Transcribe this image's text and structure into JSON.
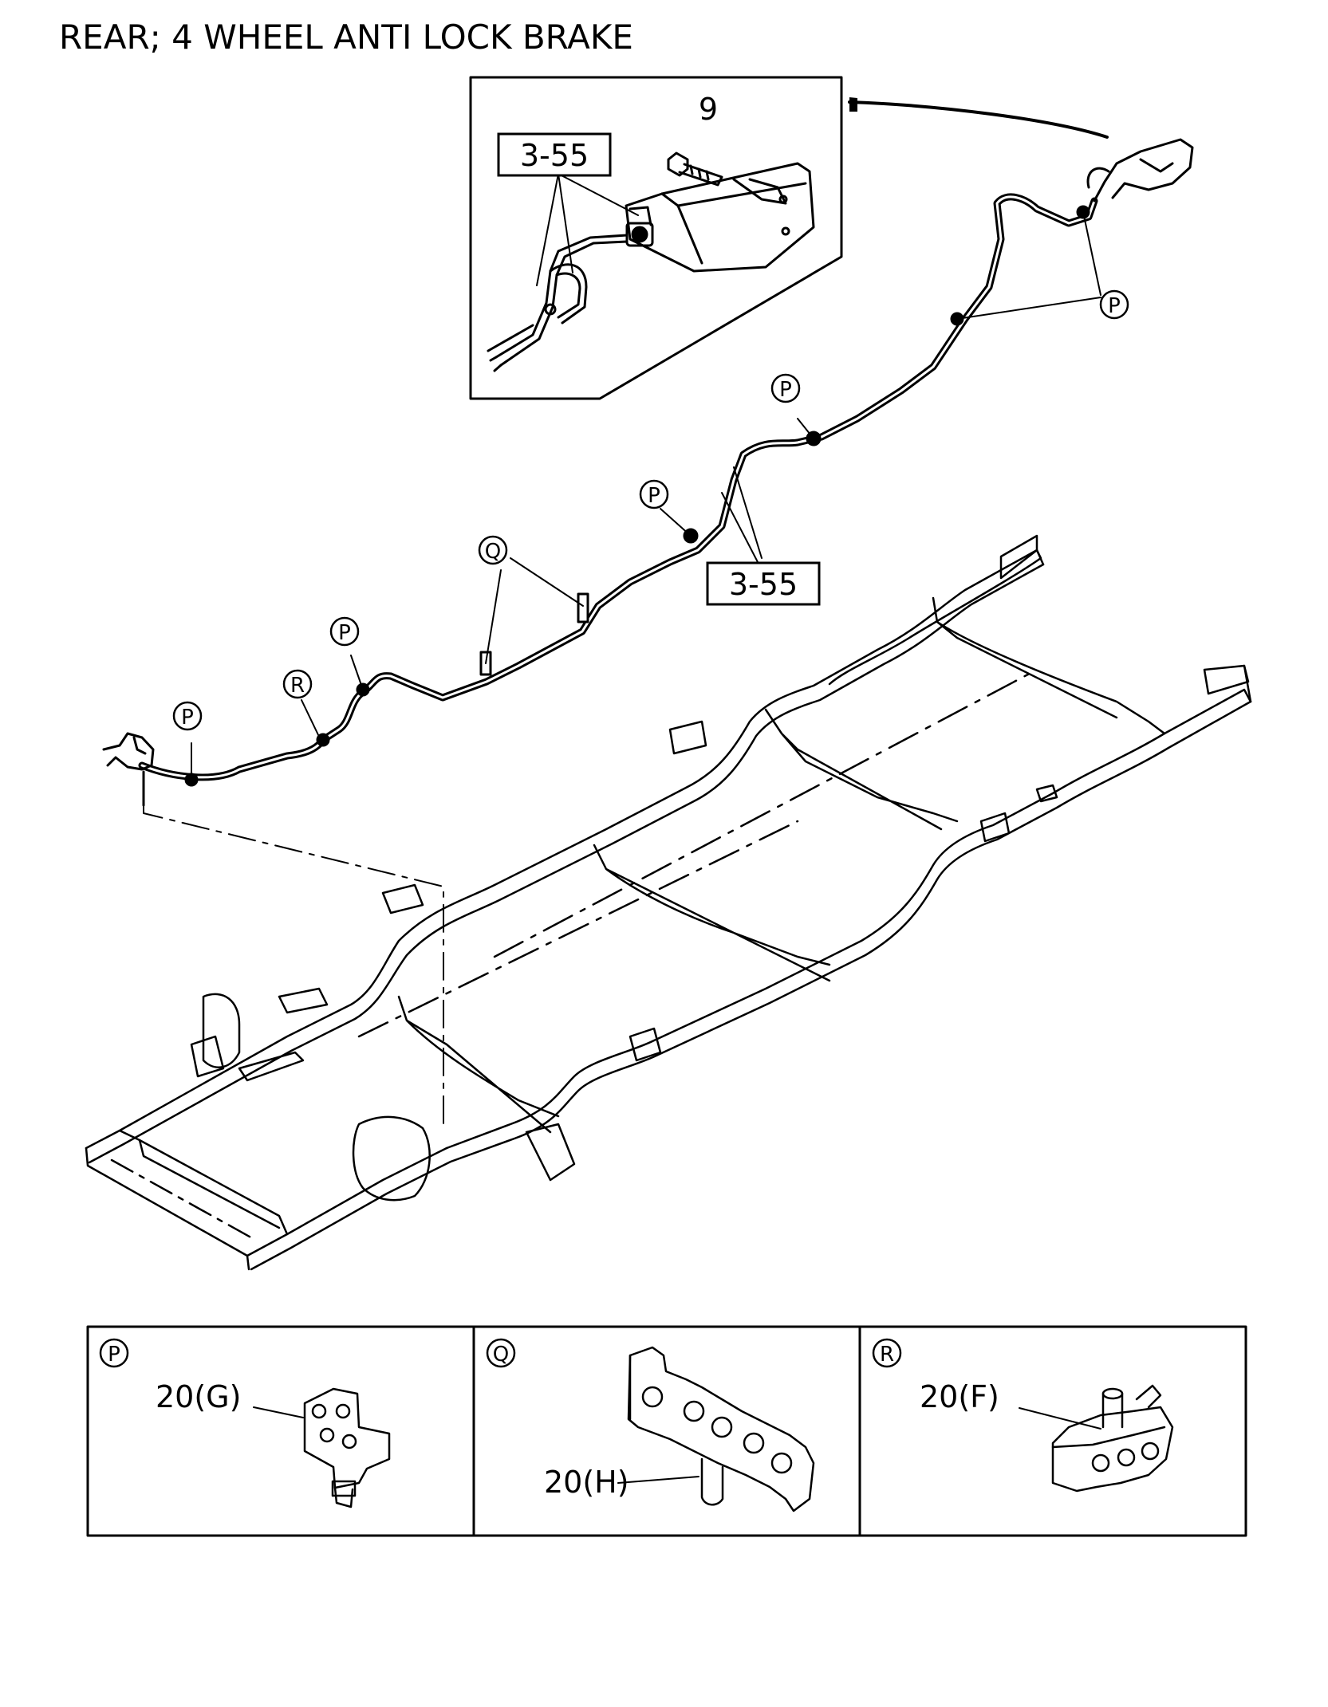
{
  "title": "REAR; 4 WHEEL ANTI LOCK BRAKE",
  "inset": {
    "part_number": "9",
    "ref_box": "3-55"
  },
  "main": {
    "ref_box": "3-55",
    "clip_markers": [
      "P",
      "P",
      "P",
      "P",
      "Q",
      "R",
      "P"
    ]
  },
  "legend": [
    {
      "marker": "P",
      "label": "20(G)"
    },
    {
      "marker": "Q",
      "label": "20(H)"
    },
    {
      "marker": "R",
      "label": "20(F)"
    }
  ]
}
